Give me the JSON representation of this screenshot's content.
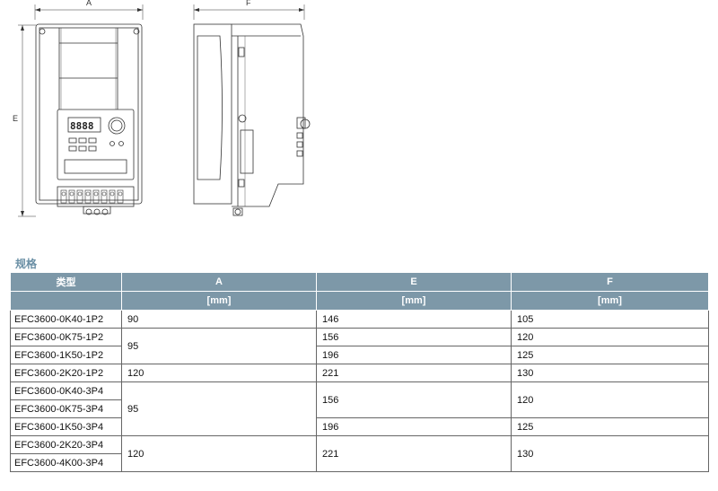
{
  "drawing": {
    "front_view_dim_width_label": "A",
    "front_view_dim_height_label": "E",
    "side_view_dim_depth_label": "F",
    "display_readout": "8888"
  },
  "spec_title": "规格",
  "table": {
    "headers": [
      "类型",
      "A",
      "E",
      "F"
    ],
    "units": [
      "",
      "[mm]",
      "[mm]",
      "[mm]"
    ],
    "models": [
      "EFC3600-0K40-1P2",
      "EFC3600-0K75-1P2",
      "EFC3600-1K50-1P2",
      "EFC3600-2K20-1P2",
      "EFC3600-0K40-3P4",
      "EFC3600-0K75-3P4",
      "EFC3600-1K50-3P4",
      "EFC3600-2K20-3P4",
      "EFC3600-4K00-3P4"
    ],
    "col_a": [
      "90",
      "95",
      "120",
      "95",
      "120"
    ],
    "col_e": [
      "146",
      "156",
      "196",
      "221",
      "156",
      "196",
      "221"
    ],
    "col_f": [
      "105",
      "120",
      "125",
      "130",
      "120",
      "125",
      "130"
    ]
  }
}
